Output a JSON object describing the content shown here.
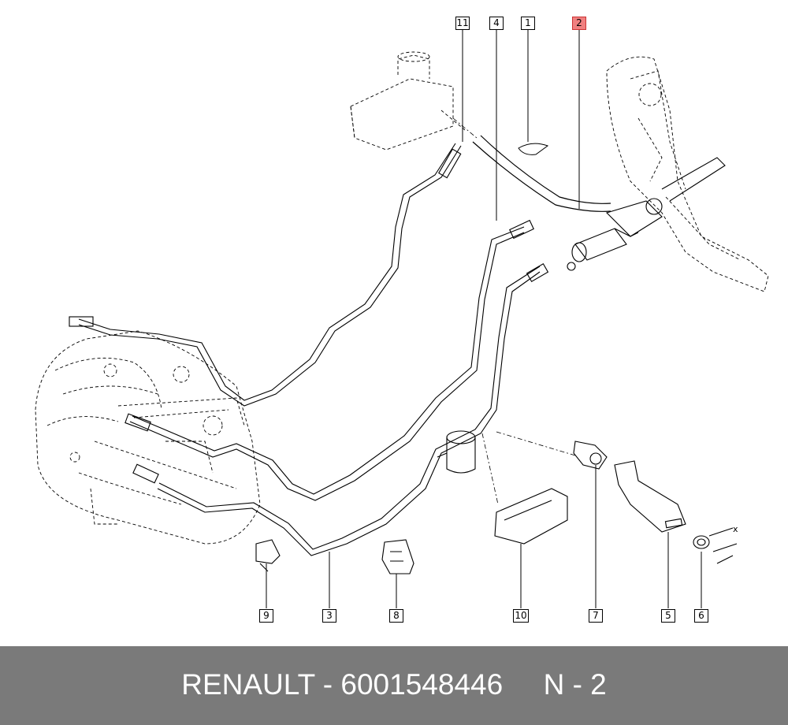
{
  "callouts": {
    "c11": "11",
    "c4": "4",
    "c1": "1",
    "c2": "2",
    "c9": "9",
    "c3": "3",
    "c8": "8",
    "c10": "10",
    "c7": "7",
    "c5": "5",
    "c6": "6"
  },
  "axis_mark": "x",
  "footer": {
    "text": "RENAULT - 6001548446     N - 2"
  },
  "colors": {
    "highlight": "#f08080",
    "footer_bg": "#7a7a7a",
    "line": "#000000"
  }
}
